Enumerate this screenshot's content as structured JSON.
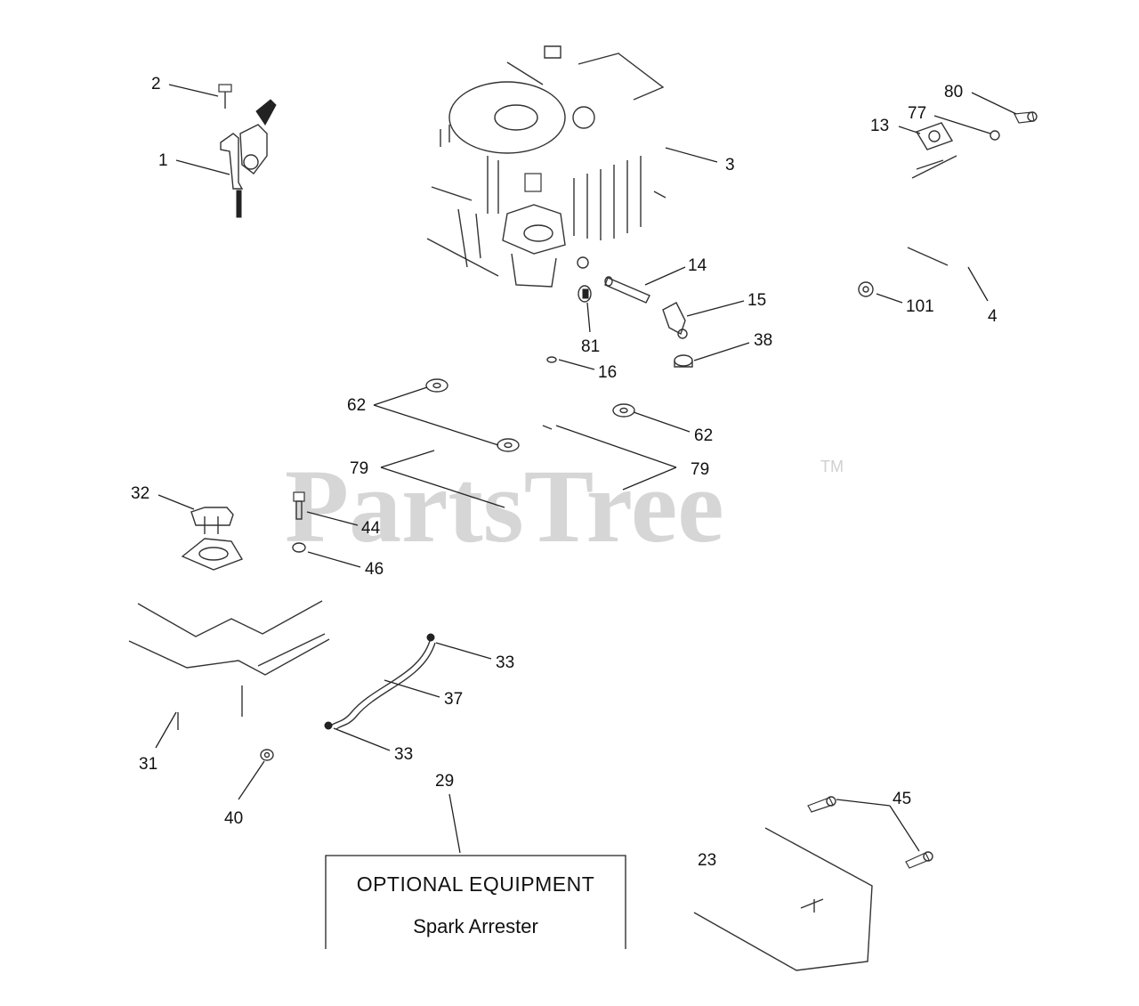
{
  "watermark": {
    "brand": "PartsTree",
    "trademark": "TM"
  },
  "callouts": [
    "1",
    "2",
    "3",
    "4",
    "13",
    "14",
    "15",
    "16",
    "23",
    "29",
    "31",
    "32",
    "33",
    "33",
    "37",
    "38",
    "40",
    "44",
    "45",
    "46",
    "62",
    "62",
    "77",
    "79",
    "79",
    "80",
    "81",
    "101"
  ],
  "optional_box": {
    "title": "OPTIONAL EQUIPMENT",
    "subtitle": "Spark Arrester"
  },
  "colors": {
    "line": "#222222",
    "watermark": "#d6d6d6"
  }
}
